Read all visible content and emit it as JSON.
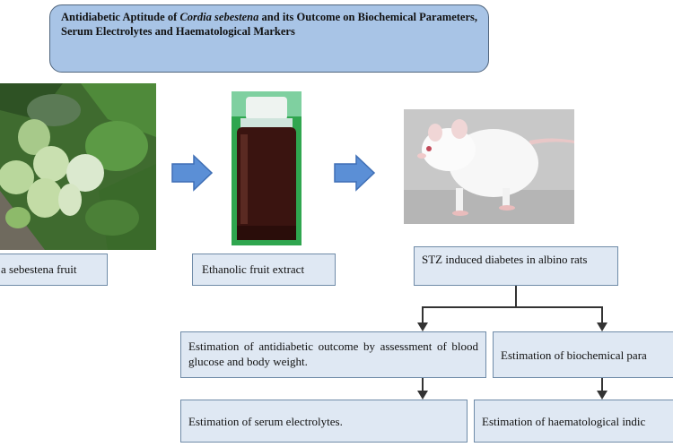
{
  "title": {
    "part1": "Antidiabetic Aptitude of ",
    "species": "Cordia sebestena",
    "part2": " and its Outcome on Biochemical Parameters, Serum Electrolytes and Haematological Markers"
  },
  "steps": {
    "fruit_label": "a sebestena fruit",
    "extract_label": "Ethanolic fruit extract",
    "rats_label": "STZ induced diabetes in albino rats"
  },
  "outcomes": {
    "antidiabetic": "Estimation of antidiabetic outcome by assessment of blood glucose and body weight.",
    "biochemical": "Estimation of biochemical para",
    "electrolytes": "Estimation of serum electrolytes.",
    "haematological": "Estimation of haematological indic"
  },
  "colors": {
    "title_fill": "#a8c4e6",
    "box_fill": "#dfe8f3",
    "arrow_fill": "#5b8fd6"
  }
}
